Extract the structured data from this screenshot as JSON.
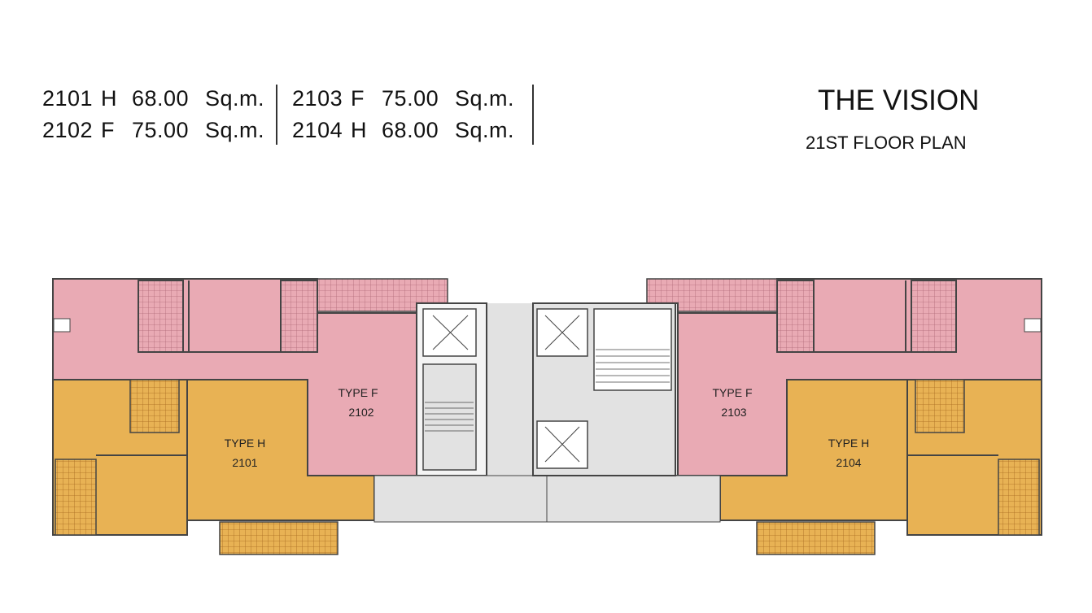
{
  "units": [
    {
      "unit": "2101",
      "type": "H",
      "area": "68.00",
      "unit_label": "Sq.m."
    },
    {
      "unit": "2102",
      "type": "F",
      "area": "75.00",
      "unit_label": "Sq.m."
    },
    {
      "unit": "2103",
      "type": "F",
      "area": "75.00",
      "unit_label": "Sq.m."
    },
    {
      "unit": "2104",
      "type": "H",
      "area": "68.00",
      "unit_label": "Sq.m."
    }
  ],
  "title": "THE VISION",
  "subtitle": "21ST FLOOR PLAN",
  "rooms": [
    {
      "type": "TYPE H",
      "unit": "2101"
    },
    {
      "type": "TYPE F",
      "unit": "2102"
    },
    {
      "type": "TYPE F",
      "unit": "2103"
    },
    {
      "type": "TYPE H",
      "unit": "2104"
    }
  ],
  "colors": {
    "type_f": "#e9aab4",
    "type_h": "#e8b254",
    "common": "#e2e2e2",
    "wall": "#444444"
  }
}
